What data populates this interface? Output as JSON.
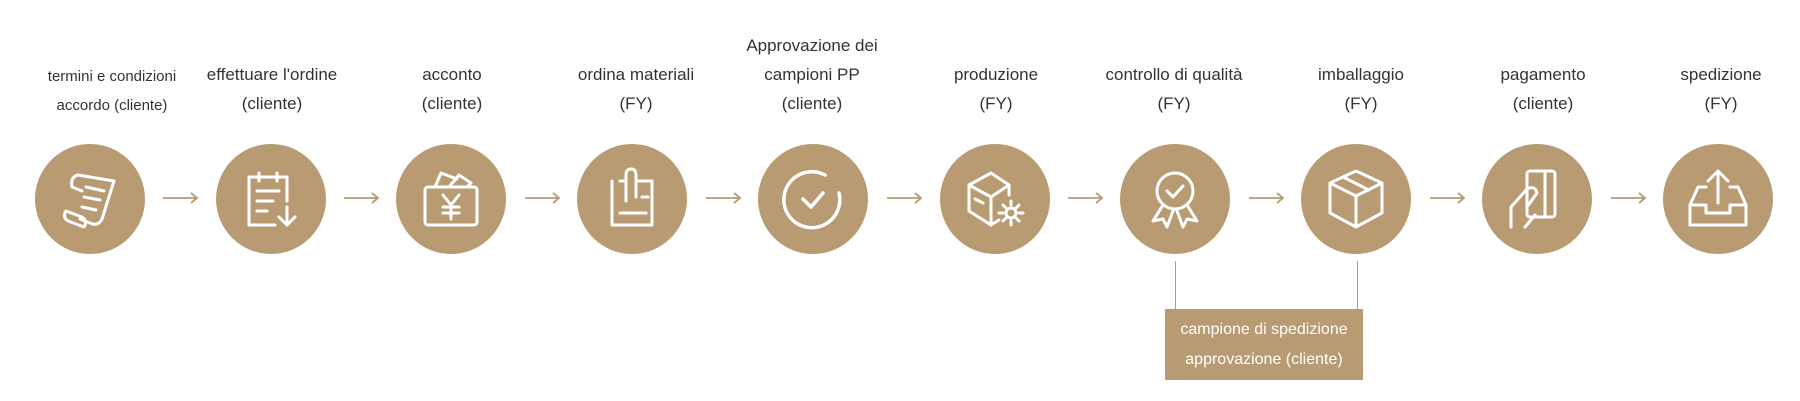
{
  "colors": {
    "accent": "#b89b72",
    "icon_stroke": "#ffffff",
    "text": "#333333"
  },
  "steps": [
    {
      "lines": [
        "termini e condizioni",
        "accordo (cliente)"
      ],
      "icon": "contract-scroll-icon"
    },
    {
      "lines": [
        "effettuare l'ordine",
        "(cliente)"
      ],
      "icon": "order-clipboard-icon"
    },
    {
      "lines": [
        "acconto",
        "(cliente)"
      ],
      "icon": "yen-wallet-icon"
    },
    {
      "lines": [
        "ordina materiali",
        "(FY)"
      ],
      "icon": "paperclip-document-icon"
    },
    {
      "lines": [
        "Approvazione dei",
        "campioni PP",
        "(cliente)"
      ],
      "icon": "check-circle-icon"
    },
    {
      "lines": [
        "produzione",
        "(FY)"
      ],
      "icon": "box-gear-icon"
    },
    {
      "lines": [
        "controllo di qualità",
        "(FY)"
      ],
      "icon": "quality-badge-icon"
    },
    {
      "lines": [
        "imballaggio",
        "(FY)"
      ],
      "icon": "package-box-icon"
    },
    {
      "lines": [
        "pagamento",
        "(cliente)"
      ],
      "icon": "card-payment-icon"
    },
    {
      "lines": [
        "spedizione",
        "(FY)"
      ],
      "icon": "shipping-tray-icon"
    }
  ],
  "sample_approval": {
    "lines": [
      "campione di spedizione",
      "approvazione (cliente)"
    ]
  }
}
